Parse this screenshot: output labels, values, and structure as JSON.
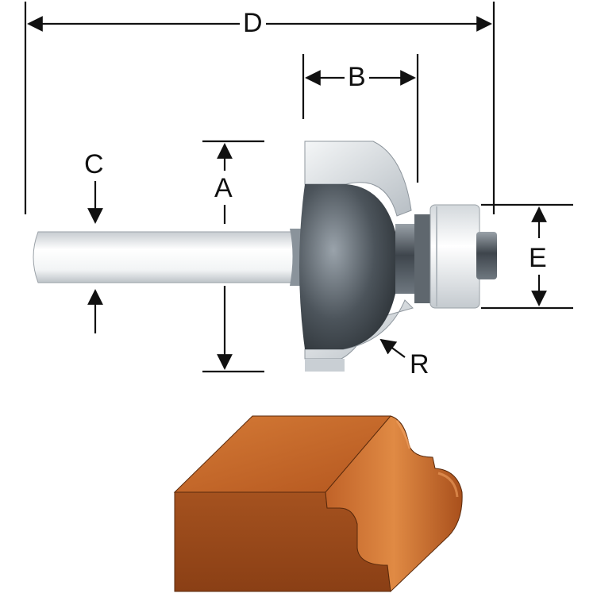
{
  "labels": {
    "D": "D",
    "B": "B",
    "A": "A",
    "C": "C",
    "E": "E",
    "R": "R"
  },
  "colors": {
    "line": "#111111",
    "shank_light": "#ffffff",
    "shank_shade": "#c9ced3",
    "body_dark": "#4a525a",
    "body_mid": "#8a939b",
    "carbide": "#dde2e6",
    "wood_front": "#9a4a1c",
    "wood_top": "#c8682a",
    "wood_side": "#7a3812"
  }
}
